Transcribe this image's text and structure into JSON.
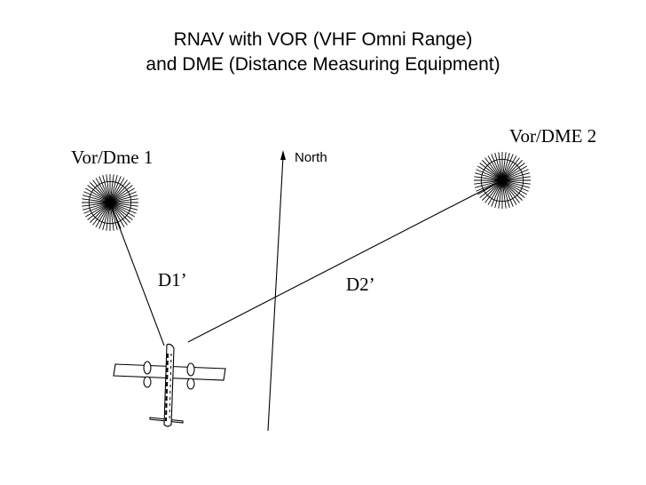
{
  "title": {
    "line1": "RNAV with VOR  (VHF Omni Range)",
    "line2": "and DME (Distance Measuring Equipment)"
  },
  "stations": [
    {
      "label": "Vor/Dme 1",
      "icon": "vor-station-icon"
    },
    {
      "label": "Vor/DME 2",
      "icon": "vor-station-icon"
    }
  ],
  "north": {
    "label": "North",
    "icon": "north-arrow-icon"
  },
  "distances": {
    "d1": "D1’",
    "d2": "D2’"
  },
  "aircraft": {
    "icon": "aircraft-icon"
  }
}
